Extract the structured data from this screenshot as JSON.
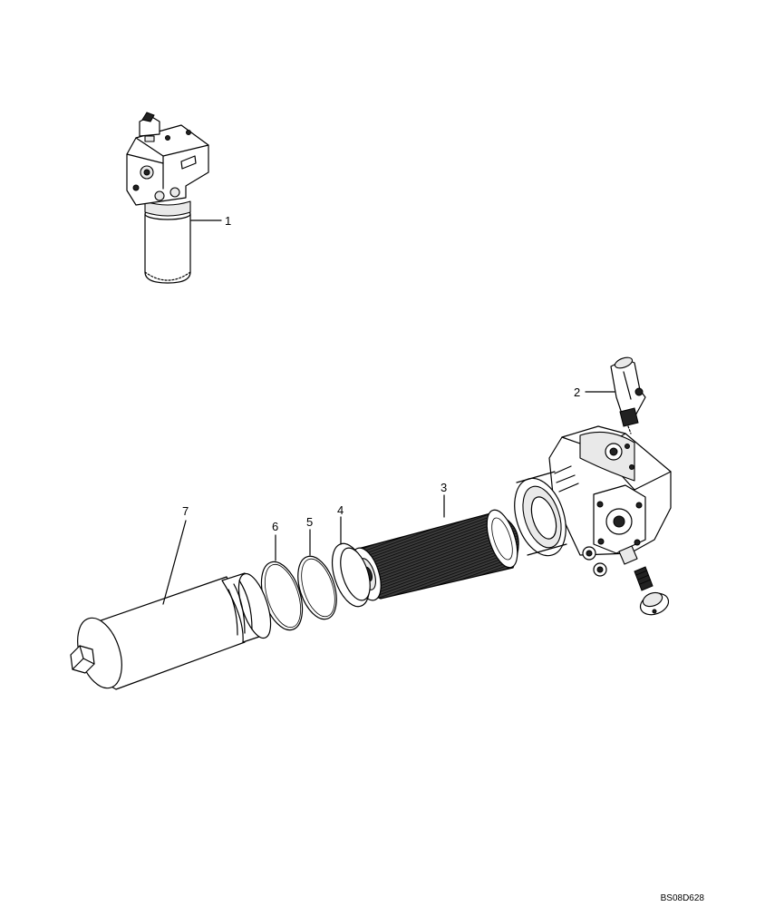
{
  "callouts": [
    {
      "id": "1",
      "label": "1"
    },
    {
      "id": "2",
      "label": "2"
    },
    {
      "id": "3",
      "label": "3"
    },
    {
      "id": "4",
      "label": "4"
    },
    {
      "id": "5",
      "label": "5"
    },
    {
      "id": "6",
      "label": "6"
    },
    {
      "id": "7",
      "label": "7"
    }
  ],
  "drawing_code": "BS08D628"
}
